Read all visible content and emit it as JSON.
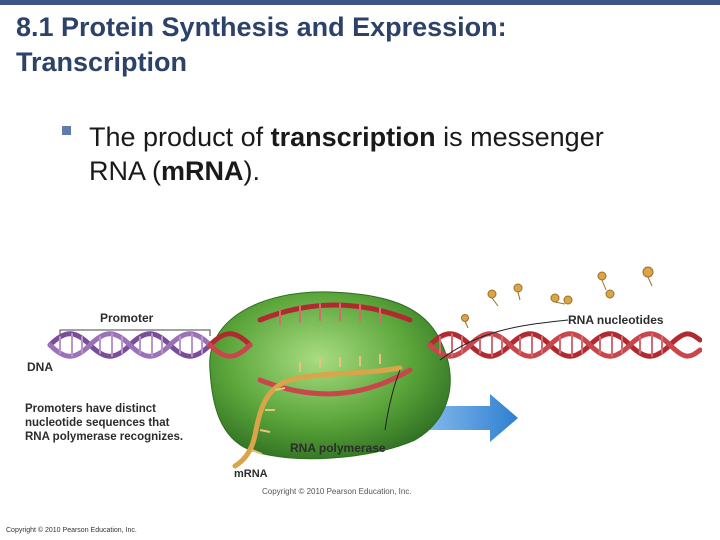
{
  "slide": {
    "title_line1": "8.1 Protein Synthesis and Expression:",
    "title_line2": "Transcription",
    "accent_color": "#3c5488",
    "bullet": {
      "text_1": "The product of ",
      "bold_1": "transcription",
      "text_2": " is messenger",
      "text_3": "RNA (",
      "bold_2": "m",
      "bold_3": "RNA",
      "text_4": ")."
    },
    "copyright": "Copyright © 2010 Pearson Education, Inc."
  },
  "figure": {
    "labels": {
      "promoter": "Promoter",
      "dna": "DNA",
      "rna_nucleotides": "RNA nucleotides",
      "caption_line1": "Promoters have distinct",
      "caption_line2": "nucleotide sequences that",
      "caption_line3": "RNA polymerase recognizes.",
      "rna_polymerase": "RNA polymerase",
      "mrna": "mRNA",
      "copyright": "Copyright © 2010 Pearson Education, Inc."
    },
    "colors": {
      "promoter_dna": "#7a4d98",
      "dna": "#b02a30",
      "rna": "#d9a44a",
      "polymerase": "#5aa53a",
      "arrow": "#2f7fd0"
    }
  }
}
